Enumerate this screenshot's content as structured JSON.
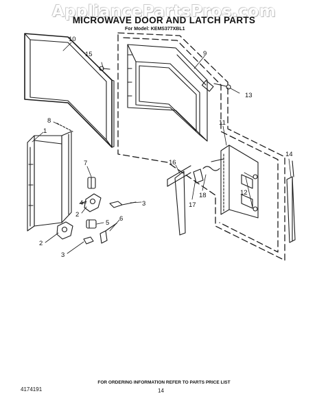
{
  "watermark": "AppliancePartsPros.com",
  "title": "MICROWAVE DOOR AND LATCH PARTS",
  "model_line": "For Model: KEMS377XBL1",
  "footer_note": "FOR ORDERING INFORMATION REFER TO PARTS PRICE LIST",
  "doc_number": "4174191",
  "page_number": "14",
  "callouts": {
    "c1": "1",
    "c2a": "2",
    "c2b": "2",
    "c3a": "3",
    "c3b": "3",
    "c4": "4",
    "c5": "5",
    "c6": "6",
    "c7": "7",
    "c8": "8",
    "c9": "9",
    "c10": "10",
    "c11": "11",
    "c12": "12",
    "c13": "13",
    "c14": "14",
    "c15": "15",
    "c16": "16",
    "c17": "17",
    "c18": "18"
  }
}
